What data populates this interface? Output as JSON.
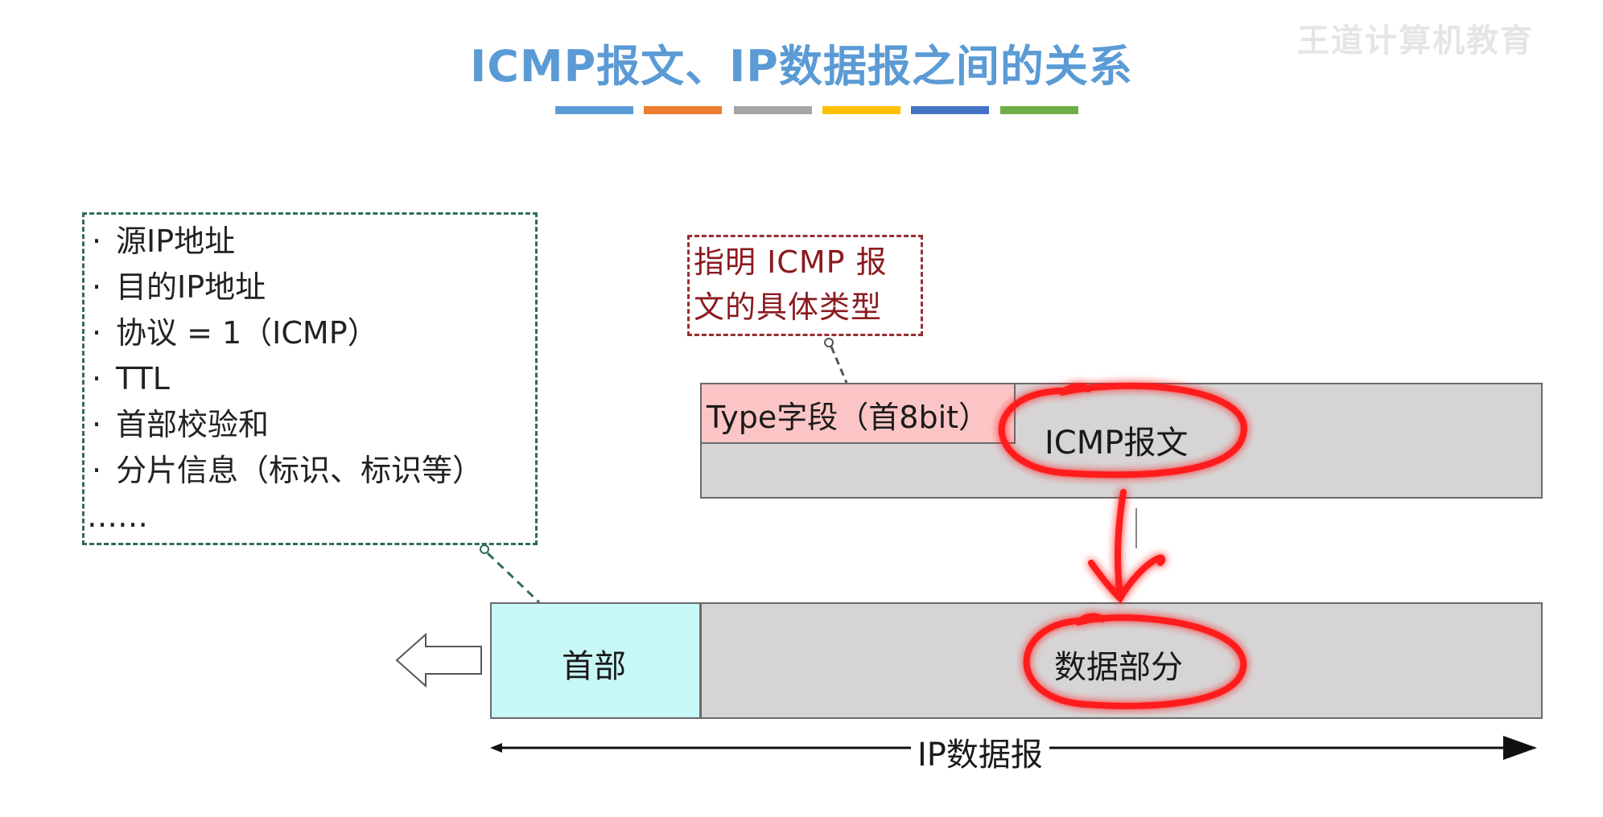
{
  "title": "ICMP报文、IP数据报之间的关系",
  "colors": {
    "title": "#5b9bd5",
    "bars": [
      "#5b9bd5",
      "#ed7d31",
      "#a5a5a5",
      "#ffc000",
      "#4472c4",
      "#70ad47"
    ],
    "green_dash": "#2e6b5e",
    "red_dash": "#9b2d30",
    "note_text": "#8b1a1f",
    "gray_block": "#d6d4d5",
    "type_block": "#fcc5c5",
    "header_block": "#c8f7f7",
    "highlight_ring": "#ff1a1a"
  },
  "watermark": "王道计算机教育",
  "header_fields": {
    "bullet": "·",
    "items": [
      "源IP地址",
      "目的IP地址",
      "协议 = 1（ICMP）",
      "TTL",
      "首部校验和",
      "分片信息（标识、标识等）"
    ],
    "ellipsis": "……"
  },
  "type_note": {
    "line1": "指明 ICMP 报",
    "line2": "文的具体类型"
  },
  "icmp_message": {
    "type_field": "Type字段（首8bit）",
    "label": "ICMP报文"
  },
  "ip_datagram": {
    "header_label": "首部",
    "data_label": "数据部分",
    "span_label": "IP数据报"
  }
}
